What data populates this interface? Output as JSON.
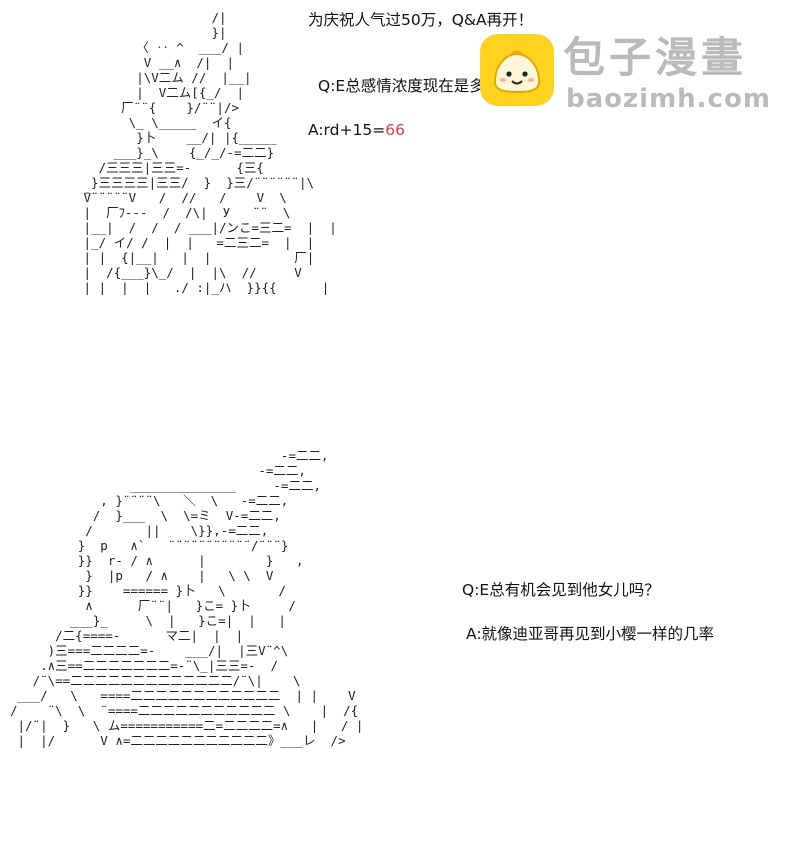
{
  "section1": {
    "title": "为庆祝人气过50万，Q&A再开！",
    "question": "Q:E总感情浓度现在是多少？",
    "answer_prefix": "A:rd+15=",
    "answer_value": "66"
  },
  "section2": {
    "question": "Q:E总有机会见到他女儿吗？",
    "answer": "A:就像迪亚哥再见到小樱一样的几率"
  },
  "watermark": {
    "site_name": "包子漫畫",
    "site_url": "baozimh.com",
    "badge_color": "#ffd21f"
  }
}
